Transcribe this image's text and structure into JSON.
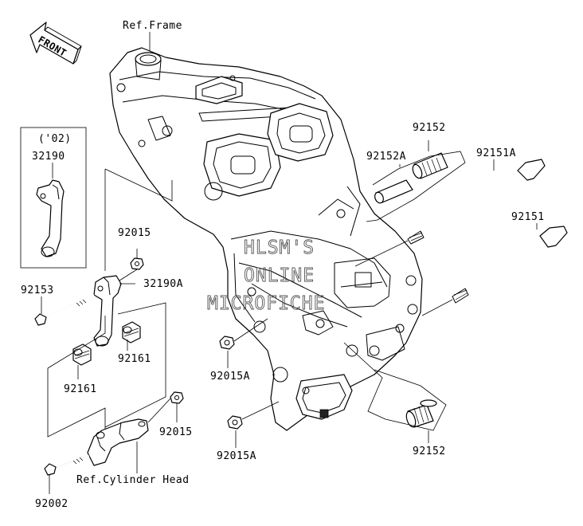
{
  "front_arrow": {
    "label": "FRONT"
  },
  "references": {
    "frame": "Ref.Frame",
    "cylinder_head": "Ref.Cylinder Head"
  },
  "inset": {
    "year": "('02)",
    "part": "32190"
  },
  "parts": {
    "p92015_top": "92015",
    "p32190A": "32190A",
    "p92153": "92153",
    "p92161_right": "92161",
    "p92161_left": "92161",
    "p92015_bottom": "92015",
    "p92002": "92002",
    "p92015A_upper": "92015A",
    "p92015A_lower": "92015A",
    "p92152_top": "92152",
    "p92152A": "92152A",
    "p92151A": "92151A",
    "p92151": "92151",
    "p92152_bottom": "92152"
  },
  "watermark": {
    "line1": "HLSM'S",
    "line2": "ONLINE",
    "line3": "MICROFICHE"
  }
}
